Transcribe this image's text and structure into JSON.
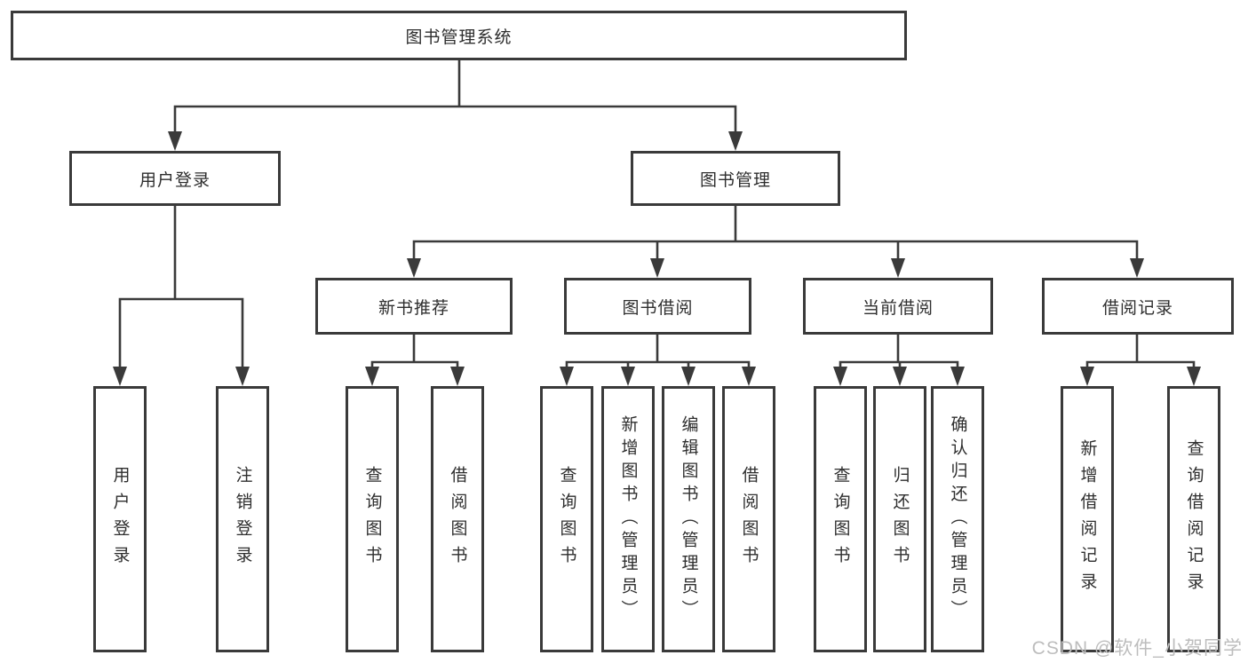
{
  "tree": {
    "label": "图书管理系统",
    "children": [
      {
        "label": "用户登录",
        "children": [
          {
            "label": "用户登录"
          },
          {
            "label": "注销登录"
          }
        ]
      },
      {
        "label": "图书管理",
        "children": [
          {
            "label": "新书推荐",
            "children": [
              {
                "label": "查询图书"
              },
              {
                "label": "借阅图书"
              }
            ]
          },
          {
            "label": "图书借阅",
            "children": [
              {
                "label": "查询图书"
              },
              {
                "label": "新增图书（管理员）"
              },
              {
                "label": "编辑图书（管理员）"
              },
              {
                "label": "借阅图书"
              }
            ]
          },
          {
            "label": "当前借阅",
            "children": [
              {
                "label": "查询图书"
              },
              {
                "label": "归还图书"
              },
              {
                "label": "确认归还（管理员）"
              }
            ]
          },
          {
            "label": "借阅记录",
            "children": [
              {
                "label": "新增借阅记录"
              },
              {
                "label": "查询借阅记录"
              }
            ]
          }
        ]
      }
    ]
  },
  "watermark": "CSDN @软件_小贺同学",
  "colors": {
    "line": "#3a3a3a",
    "text": "#2e2e2e",
    "watermark": "#bdbdbd",
    "background": "#ffffff"
  }
}
